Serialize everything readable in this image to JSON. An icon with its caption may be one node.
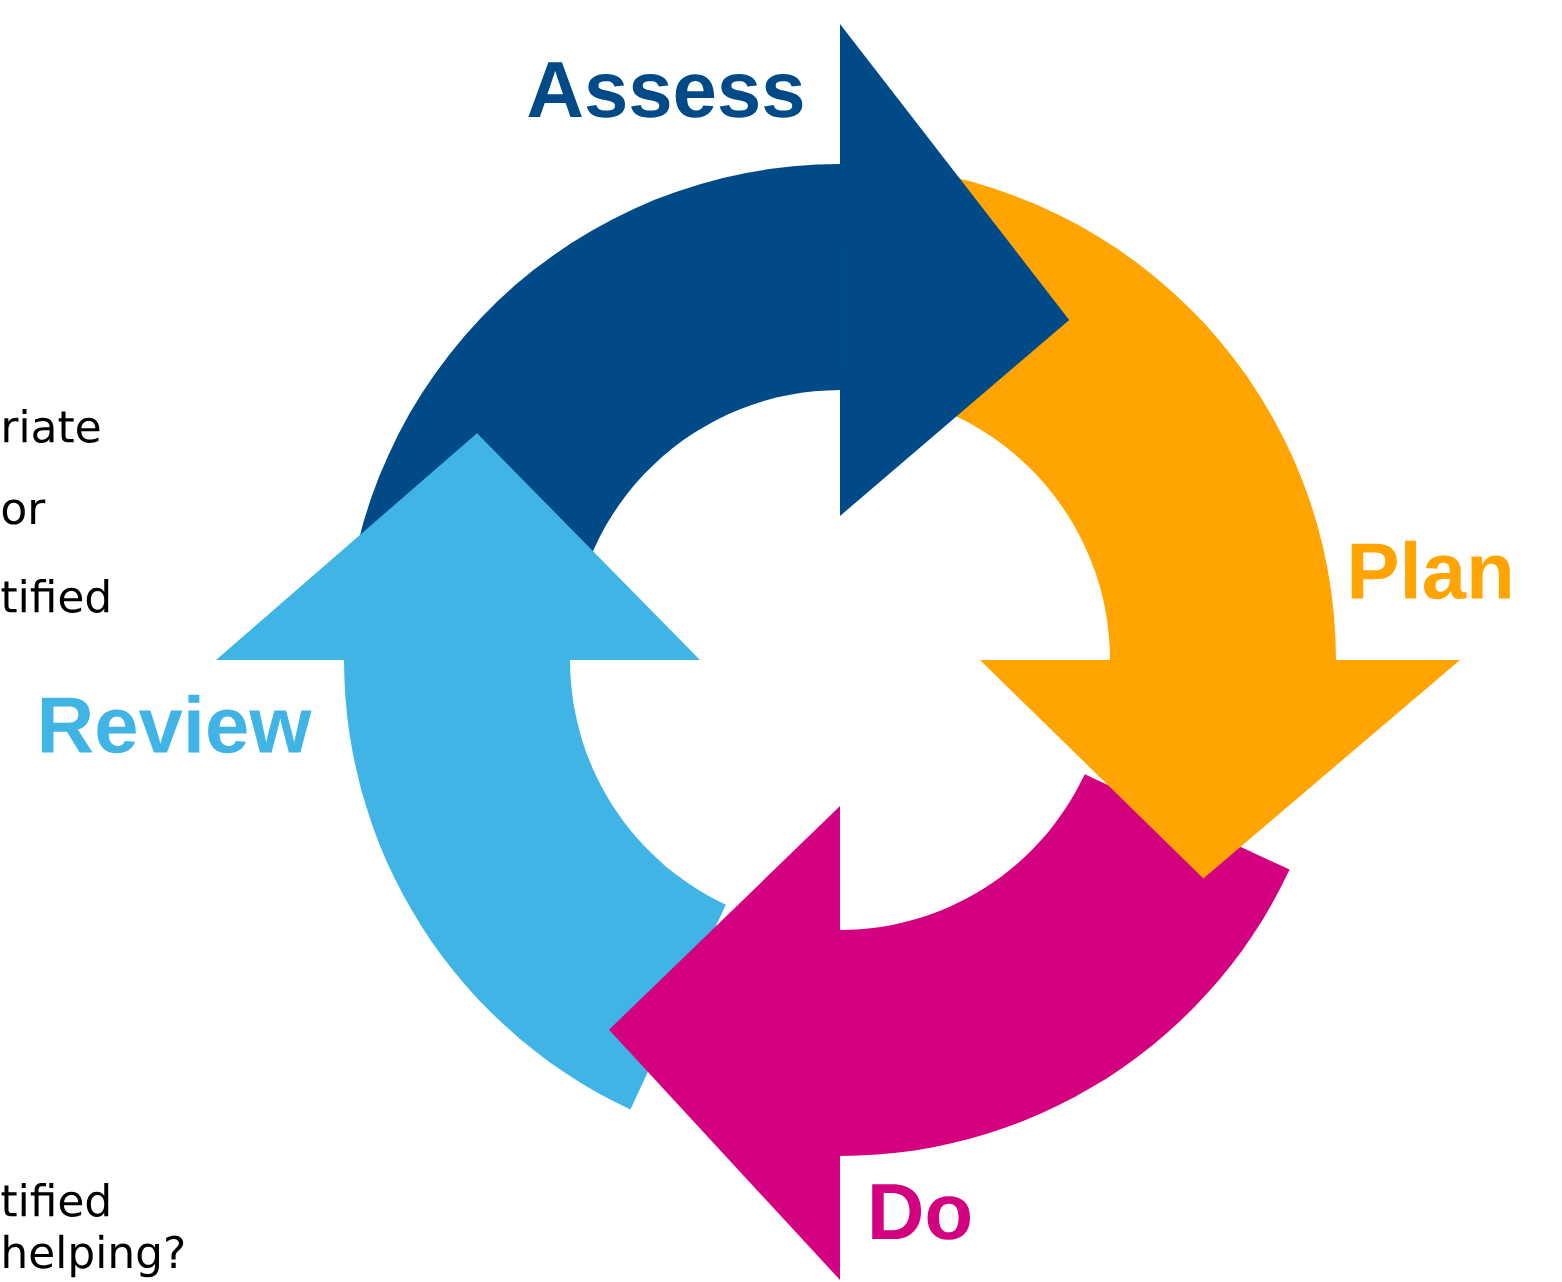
{
  "diagram": {
    "labels": [
      "Assess",
      "riate",
      "or",
      "Plan",
      "tified",
      "Review",
      "tified",
      "Do",
      "helping?"
    ]
  }
}
